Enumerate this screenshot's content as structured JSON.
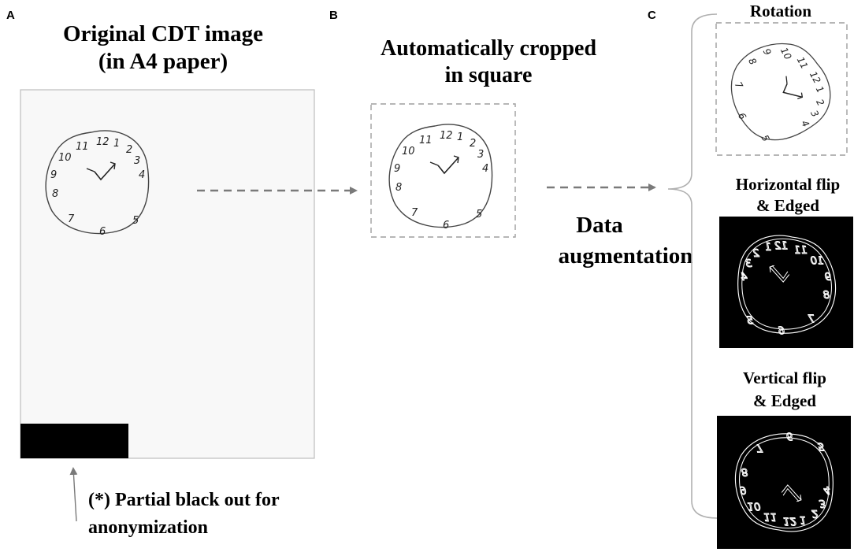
{
  "panels": {
    "a": {
      "letter": "A",
      "title_line1": "Original CDT image",
      "title_line2": "(in A4 paper)",
      "note_line1": "(*) Partial black out for",
      "note_line2": "anonymization"
    },
    "b": {
      "letter": "B",
      "title_line1": "Automatically cropped",
      "title_line2": "in square"
    },
    "augmentation": {
      "line1": "Data",
      "line2": "augmentation"
    },
    "c": {
      "letter": "C",
      "rotation": "Rotation",
      "hflip_line1": "Horizontal flip",
      "hflip_line2": "& Edged",
      "vflip_line1": "Vertical flip",
      "vflip_line2": "& Edged"
    }
  },
  "clock_numbers": [
    "12",
    "1",
    "2",
    "3",
    "4",
    "5",
    "6",
    "7",
    "8",
    "9",
    "10",
    "11"
  ],
  "colors": {
    "paper": "#f8f8f8",
    "paper_border": "#bdbdbd",
    "dashed": "#9e9e9e",
    "arrow": "#7a7a7a",
    "blackout": "#000000",
    "edged_bg": "#000000"
  }
}
